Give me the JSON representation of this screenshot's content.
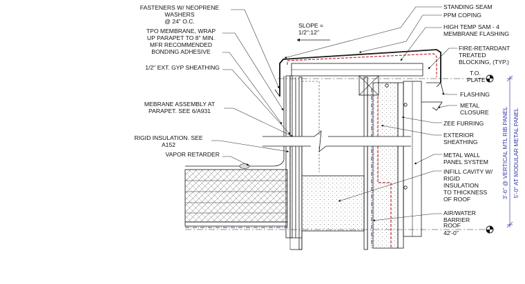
{
  "labels_left": [
    {
      "id": "fasteners",
      "lines": [
        "FASTENERS W/ NEOPRENE",
        "WASHERS",
        "@ 24\" O.C."
      ]
    },
    {
      "id": "tpo",
      "lines": [
        "TPO MEMBRANE, WRAP",
        "UP PARAPET TO 8\" MIN.",
        "MFR RECOMMENDED",
        "BONDING ADHESIVE"
      ]
    },
    {
      "id": "gyp",
      "lines": [
        "1/2\" EXT. GYP SHEATHING"
      ]
    },
    {
      "id": "membrane-assembly",
      "lines": [
        "MEBRANE ASSEMBLY AT",
        "PARAPET. SEE 6/A931"
      ]
    },
    {
      "id": "rigid",
      "lines": [
        "RIGID INSULATION. SEE",
        "A152"
      ]
    },
    {
      "id": "vapor",
      "lines": [
        "VAPOR RETARDER"
      ]
    }
  ],
  "labels_right": [
    {
      "id": "standing-seam",
      "lines": [
        "STANDING SEAM"
      ]
    },
    {
      "id": "ppm",
      "lines": [
        "PPM COPING"
      ]
    },
    {
      "id": "sam",
      "lines": [
        "HIGH TEMP SAM - 4",
        "MEMBRANE FLASHING"
      ]
    },
    {
      "id": "blocking",
      "lines": [
        "FIRE-RETARDANT",
        "TREATED",
        "BLOCKING, (TYP.)"
      ]
    },
    {
      "id": "flashing",
      "lines": [
        "FLASHING"
      ]
    },
    {
      "id": "closure",
      "lines": [
        "METAL",
        "CLOSURE"
      ]
    },
    {
      "id": "zee",
      "lines": [
        "ZEE FURRING"
      ]
    },
    {
      "id": "ext-sheathing",
      "lines": [
        "EXTERIOR",
        "SHEATHING"
      ]
    },
    {
      "id": "mwp",
      "lines": [
        "METAL WALL",
        "PANEL SYSTEM"
      ]
    },
    {
      "id": "infill",
      "lines": [
        "INFILL CAVITY W/",
        "RIGID",
        "INSULATION",
        "TO THICKNESS",
        "OF ROOF"
      ]
    },
    {
      "id": "air",
      "lines": [
        "AIR/WATER",
        "BARRIER"
      ]
    }
  ],
  "slope": [
    "SLOPE =",
    "1/2\":12\""
  ],
  "levels": {
    "plate_name": [
      "T.O.",
      "PLATE"
    ],
    "roof_name": "ROOF",
    "roof_value": "42'-0\""
  },
  "vertical_dims": {
    "rib": "3'-6\" @ VERTICAL MTL RIB PANEL",
    "modular": "5'-0\" AT MODULAR METAL PANEL"
  },
  "colors": {
    "red_membrane": "#c0272d",
    "purple_barrier": "#6a2a8a",
    "dimension_blue": "#3a3aa8"
  }
}
